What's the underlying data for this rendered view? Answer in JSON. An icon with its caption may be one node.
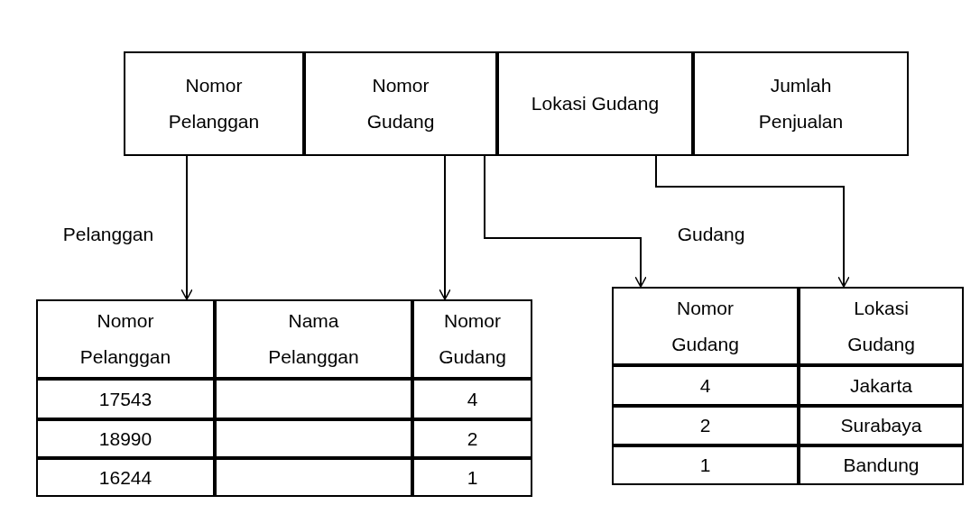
{
  "diagram": {
    "nodes": [
      {
        "text": [
          "Nomor Pelanggan"
        ]
      },
      {
        "text": [
          "Nomor Gudang"
        ]
      },
      {
        "text": [
          "Lokasi Gudang"
        ]
      },
      {
        "text": [
          "Jumlah Penjualan"
        ]
      },
      {
        "text": [
          "Nomor Pelanggan"
        ]
      },
      {
        "text": [
          "Nama Pelanggan"
        ]
      },
      {
        "text": [
          "Nomor Gudang"
        ]
      },
      {
        "text": [
          "Nomor Gudang"
        ]
      },
      {
        "text": [
          "Lokasi Gudang"
        ]
      }
    ],
    "edges": [
      {
        "from": 0,
        "to": 4,
        "arrow": "to"
      },
      {
        "from": 1,
        "to": 6,
        "arrow": "to"
      },
      {
        "from": 1,
        "to": 7,
        "arrow": "to"
      },
      {
        "from": 2,
        "to": 8,
        "arrow": "to"
      }
    ],
    "labels": [
      "Pelanggan",
      "Gudang",
      "17543",
      "4",
      "18990",
      "2",
      "16244",
      "1",
      "4",
      "Jakarta",
      "2",
      "Surabaya",
      "1",
      "Bandung"
    ]
  }
}
